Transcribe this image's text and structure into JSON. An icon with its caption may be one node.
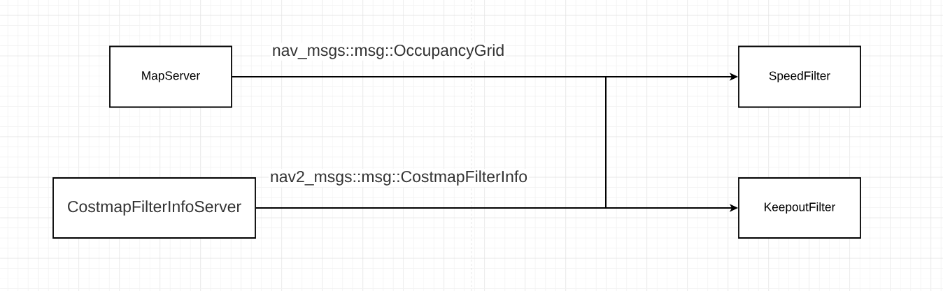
{
  "diagram": {
    "nodes": [
      {
        "text": [
          "MapServer"
        ]
      },
      {
        "text": [
          "SpeedFilter"
        ]
      },
      {
        "text": [
          "CostmapFilterInfoServer"
        ]
      },
      {
        "text": [
          "KeepoutFilter"
        ]
      }
    ],
    "edges": [
      {
        "from": 0,
        "to": 1,
        "arrow": "to",
        "label": "nav_msgs::msg::OccupancyGrid"
      },
      {
        "from": 0,
        "to": 3,
        "arrow": "to"
      },
      {
        "from": 2,
        "to": 3,
        "arrow": "to",
        "label": "nav2_msgs::msg::CostmapFilterInfo"
      },
      {
        "from": 2,
        "to": 1,
        "arrow": "to"
      }
    ]
  }
}
